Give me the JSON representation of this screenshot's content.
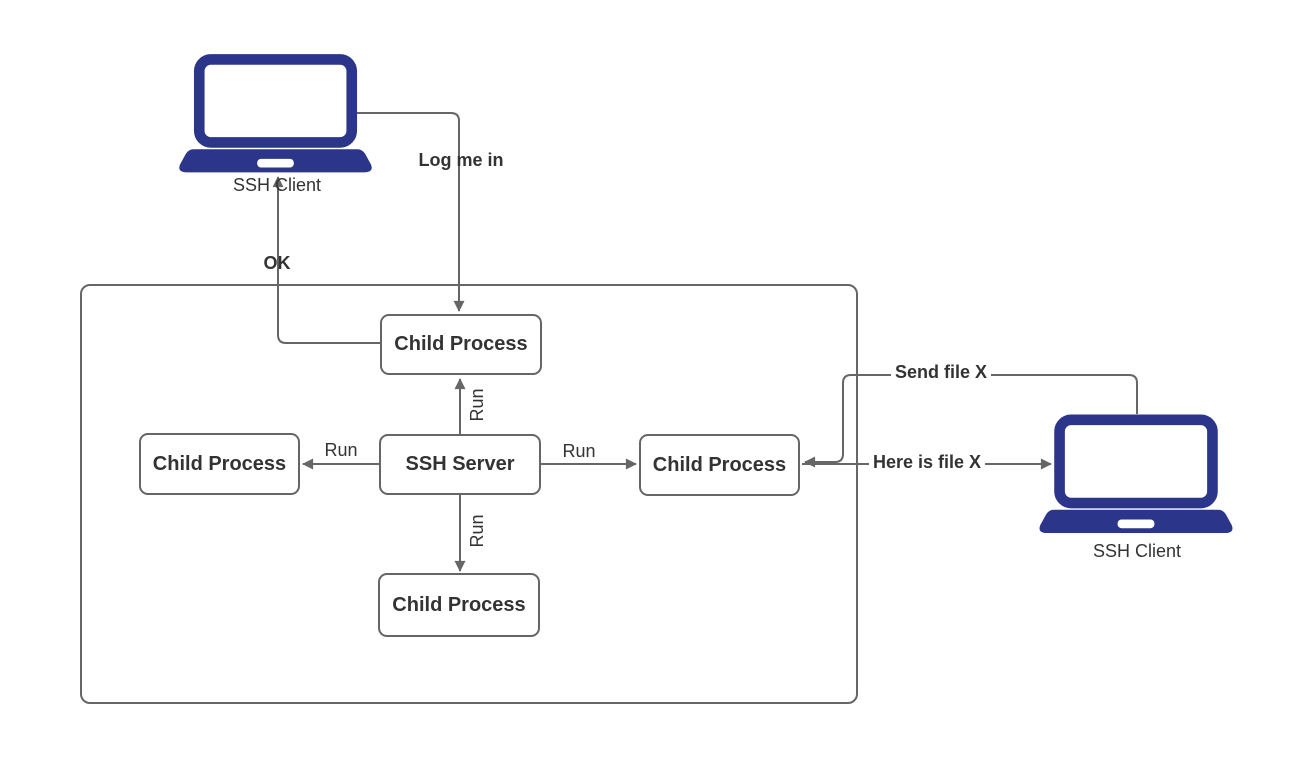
{
  "colors": {
    "laptop_fill": "#2b3589",
    "connector_line": "#666666",
    "text": "#333333",
    "node_background": "#ffffff"
  },
  "clients": {
    "top": {
      "label": "SSH Client"
    },
    "right": {
      "label": "SSH Client"
    }
  },
  "nodes": {
    "server": {
      "label": "SSH Server"
    },
    "child_top": {
      "label": "Child Process"
    },
    "child_left": {
      "label": "Child Process"
    },
    "child_right": {
      "label": "Child Process"
    },
    "child_bottom": {
      "label": "Child Process"
    }
  },
  "edges": {
    "log_me_in": {
      "label": "Log me in"
    },
    "ok": {
      "label": "OK"
    },
    "run_up": {
      "label": "Run"
    },
    "run_left": {
      "label": "Run"
    },
    "run_right": {
      "label": "Run"
    },
    "run_down": {
      "label": "Run"
    },
    "send_file": {
      "label": "Send file X"
    },
    "here_is_file": {
      "label": "Here is file X"
    }
  }
}
